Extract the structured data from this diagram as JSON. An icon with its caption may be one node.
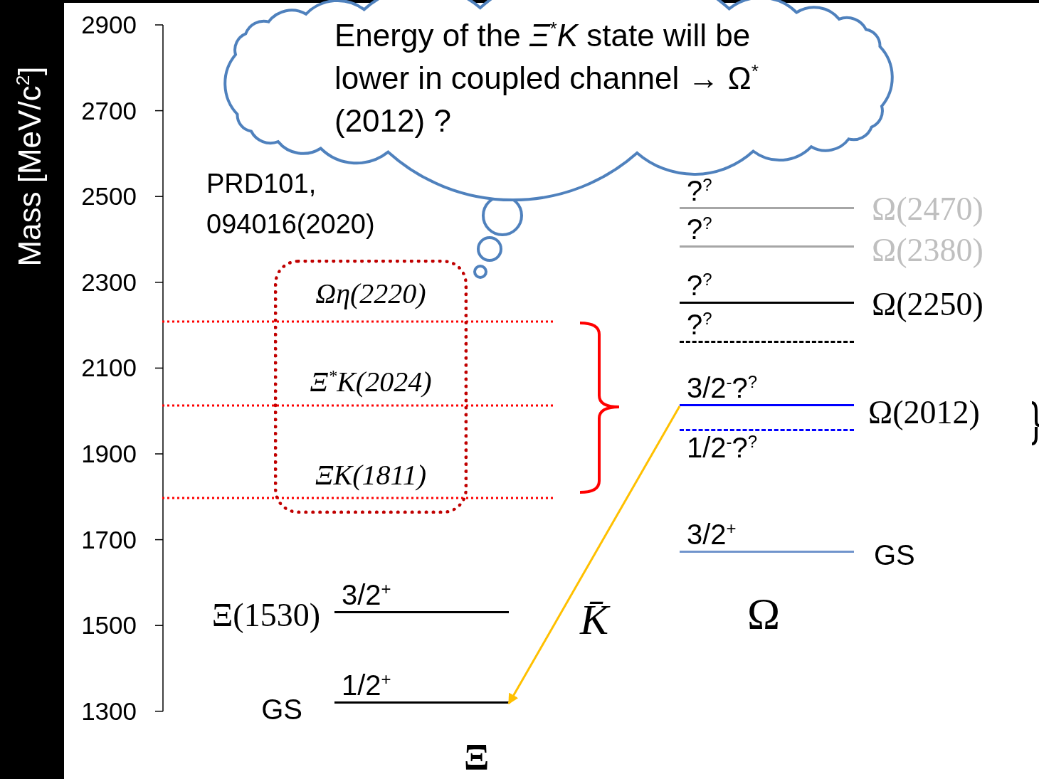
{
  "diagram": {
    "nodes": [
      {
        "text": [
          "Energy of the *Ξ*$^{*}$*K* state will be lower in coupled channel → Ω$^{*}$(2012) ?"
        ]
      },
      {
        "text": [
          "Ωη(2220)",
          "Ξ$^{*}$K(2024)",
          "ΞK(1811)"
        ]
      },
      {
        "text": [
          "?$^{?}$"
        ],
        "beside": [
          "Ω(2470)"
        ]
      },
      {
        "text": [
          "?$^{?}$"
        ],
        "beside": [
          "Ω(2380)"
        ]
      },
      {
        "text": [
          "?$^{?}$"
        ],
        "beside": [
          "Ω(2250)"
        ]
      },
      {
        "text": [
          "?$^{?}$"
        ]
      },
      {
        "text": [
          "3/2$^{-}$?$^{?}$"
        ],
        "beside": [
          "Ω(2012)"
        ]
      },
      {
        "text": [
          "1/2$^{-}$?$^{?}$"
        ]
      },
      {
        "text": [
          "3/2$^{+}$"
        ],
        "beside": [
          "GS"
        ]
      },
      {
        "text": [
          "3/2$^{+}$"
        ],
        "beside": [
          "Ξ(1530)"
        ]
      },
      {
        "text": [
          "1/2$^{+}$"
        ],
        "beside": [
          "GS"
        ]
      }
    ],
    "edges": [
      {
        "from": 6,
        "to": 10,
        "arrow": "to",
        "color": "#ffc000"
      }
    ],
    "labels": [
      "2900",
      "2700",
      "2500",
      "2300",
      "2100",
      "1900",
      "1700",
      "1500",
      "1300",
      "Mass [MeV/c$^{2}$]",
      "PRD101, 094016(2020)",
      "K̄",
      "Ω",
      "Ξ"
    ]
  }
}
